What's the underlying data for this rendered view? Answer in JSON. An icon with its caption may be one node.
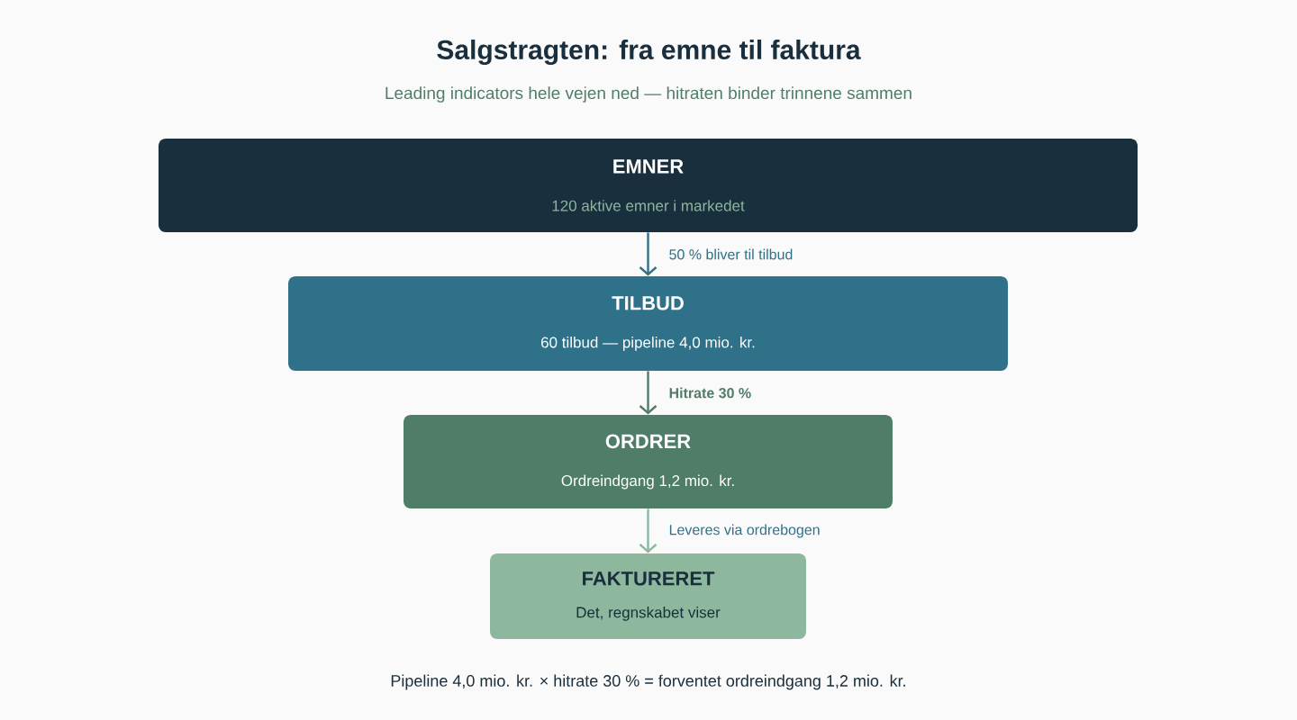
{
  "diagram": {
    "title": "Salgstragten: fra emne til faktura",
    "nodes": [
      {
        "text": [
          "EMNER",
          "120 aktive emner i markedet"
        ]
      },
      {
        "text": [
          "TILBUD",
          "60 tilbud — pipeline 4,0 mio. kr."
        ]
      },
      {
        "text": [
          "ORDRER",
          "Ordreindgang 1,2 mio. kr."
        ]
      },
      {
        "text": [
          "FAKTURERET",
          "Det, regnskabet viser"
        ]
      }
    ],
    "edges": [
      {
        "from": 0,
        "to": 1,
        "arrow": "to",
        "label": "50 % bliver til tilbud",
        "color": "#2e7189"
      },
      {
        "from": 1,
        "to": 2,
        "arrow": "to",
        "label": "Hitrate 30 %",
        "color": "#4f7d67"
      },
      {
        "from": 2,
        "to": 3,
        "arrow": "to",
        "label": "Leveres via ordrebogen",
        "color": "#8db89e"
      }
    ],
    "labels": [
      "Leading indicators hele vejen ned — hitraten binder trinnene sammen",
      "Pipeline 4,0 mio. kr. × hitrate 30 % = forventet ordreindgang 1,2 mio. kr."
    ]
  }
}
